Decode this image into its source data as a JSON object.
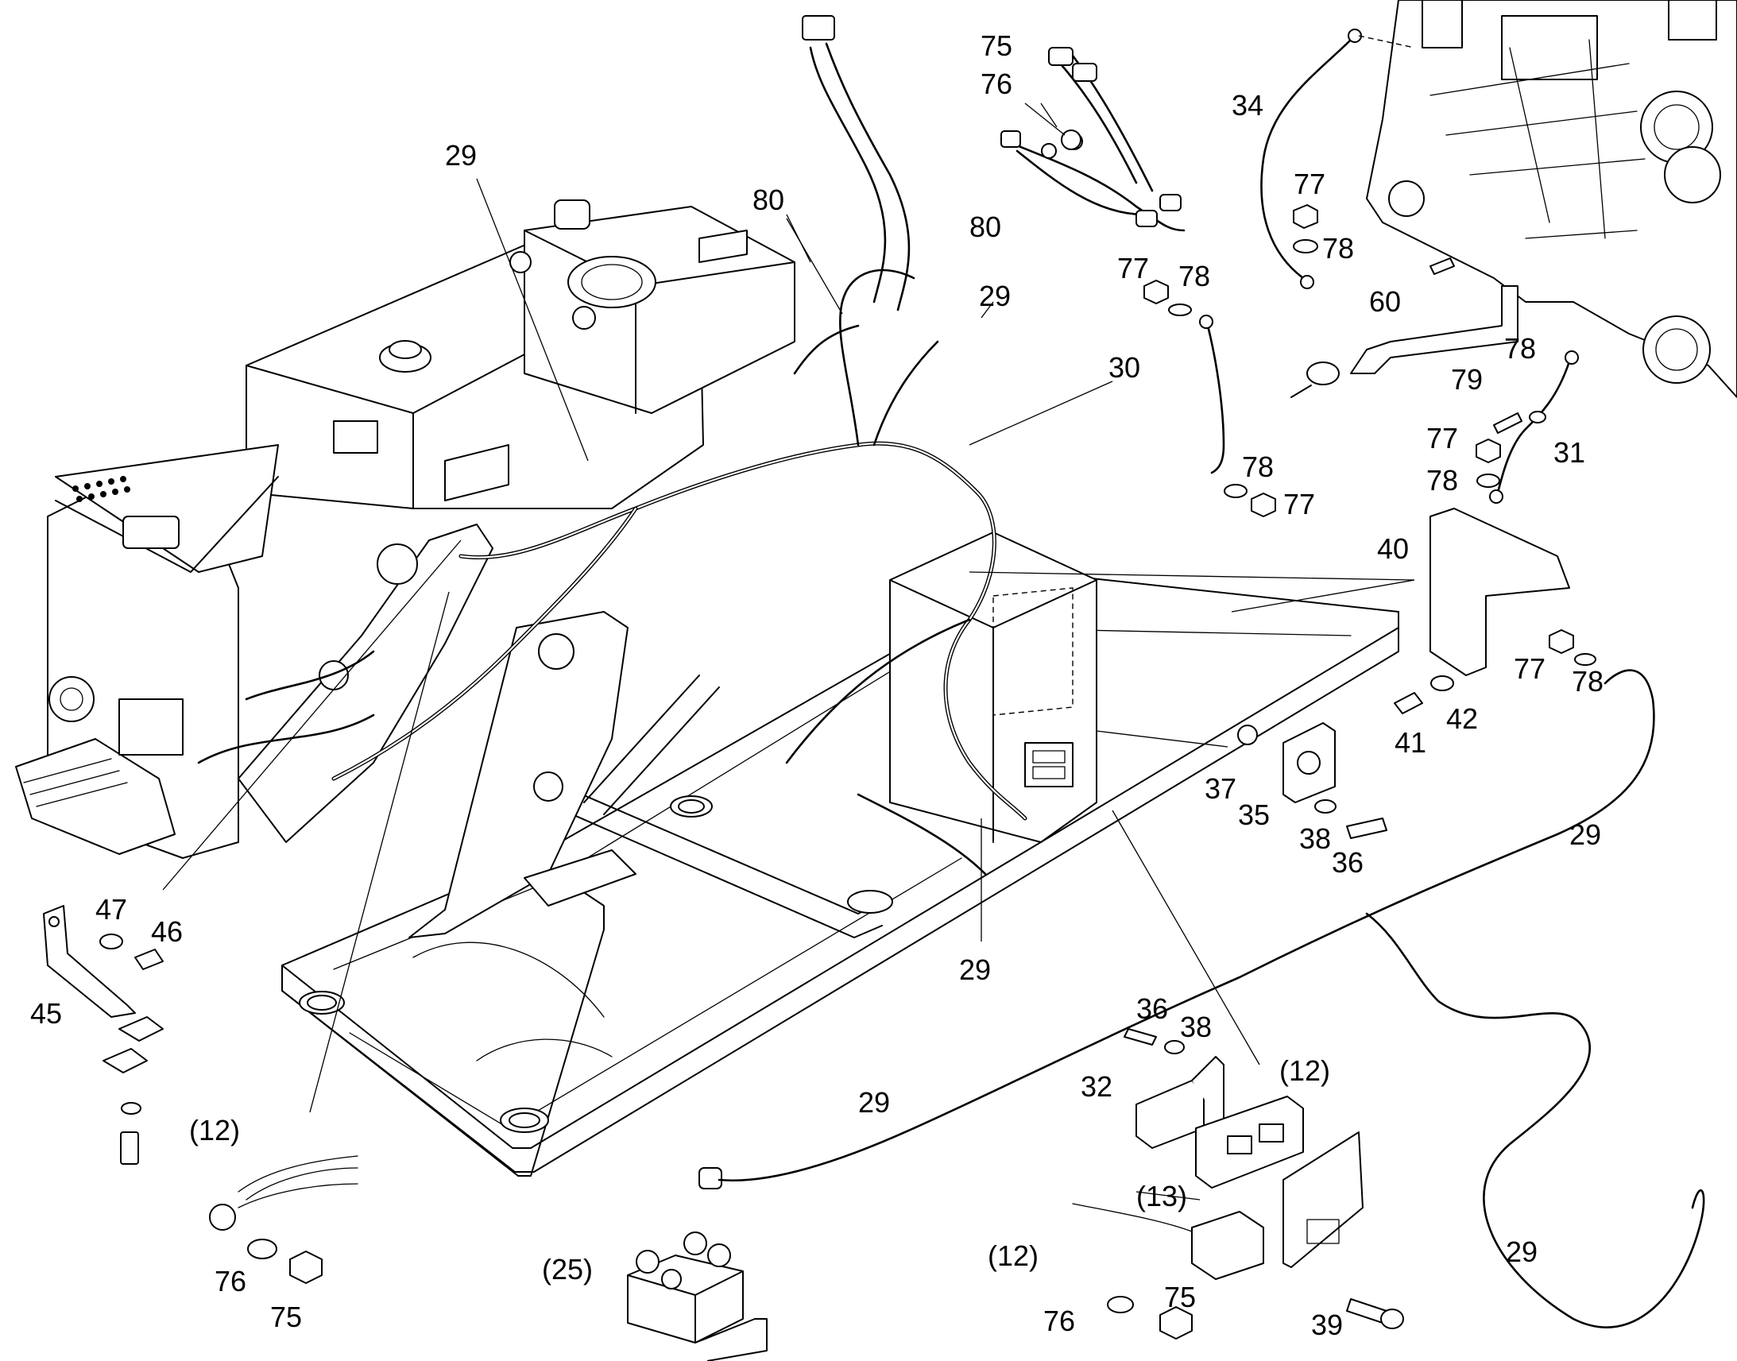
{
  "diagram": {
    "callouts": [
      {
        "id": "c1",
        "text": "75"
      },
      {
        "id": "c2",
        "text": "76"
      },
      {
        "id": "c3",
        "text": "80"
      },
      {
        "id": "c4",
        "text": "80"
      },
      {
        "id": "c5",
        "text": "29"
      },
      {
        "id": "c6",
        "text": "34"
      },
      {
        "id": "c7",
        "text": "77"
      },
      {
        "id": "c8",
        "text": "78"
      },
      {
        "id": "c9",
        "text": "77"
      },
      {
        "id": "c10",
        "text": "78"
      },
      {
        "id": "c11",
        "text": "29"
      },
      {
        "id": "c12",
        "text": "60"
      },
      {
        "id": "c13",
        "text": "30"
      },
      {
        "id": "c14",
        "text": "78"
      },
      {
        "id": "c15",
        "text": "79"
      },
      {
        "id": "c16",
        "text": "77"
      },
      {
        "id": "c17",
        "text": "31"
      },
      {
        "id": "c18",
        "text": "78"
      },
      {
        "id": "c19",
        "text": "78"
      },
      {
        "id": "c20",
        "text": "77"
      },
      {
        "id": "c21",
        "text": "40"
      },
      {
        "id": "c22",
        "text": "77"
      },
      {
        "id": "c23",
        "text": "78"
      },
      {
        "id": "c24",
        "text": "42"
      },
      {
        "id": "c25",
        "text": "41"
      },
      {
        "id": "c26",
        "text": "37"
      },
      {
        "id": "c27",
        "text": "35"
      },
      {
        "id": "c28",
        "text": "38"
      },
      {
        "id": "c29",
        "text": "36"
      },
      {
        "id": "c30",
        "text": "29"
      },
      {
        "id": "c31",
        "text": "47"
      },
      {
        "id": "c32",
        "text": "46"
      },
      {
        "id": "c33",
        "text": "45"
      },
      {
        "id": "c34",
        "text": "29"
      },
      {
        "id": "c35",
        "text": "36"
      },
      {
        "id": "c36",
        "text": "38"
      },
      {
        "id": "c37",
        "text": "(12)"
      },
      {
        "id": "c38",
        "text": "32"
      },
      {
        "id": "c39",
        "text": "29"
      },
      {
        "id": "c40",
        "text": "(12)"
      },
      {
        "id": "c41",
        "text": "(13)"
      },
      {
        "id": "c42",
        "text": "(12)"
      },
      {
        "id": "c43",
        "text": "29"
      },
      {
        "id": "c44",
        "text": "(25)"
      },
      {
        "id": "c45",
        "text": "76"
      },
      {
        "id": "c46",
        "text": "75"
      },
      {
        "id": "c47",
        "text": "76"
      },
      {
        "id": "c48",
        "text": "75"
      },
      {
        "id": "c49",
        "text": "39"
      }
    ]
  }
}
